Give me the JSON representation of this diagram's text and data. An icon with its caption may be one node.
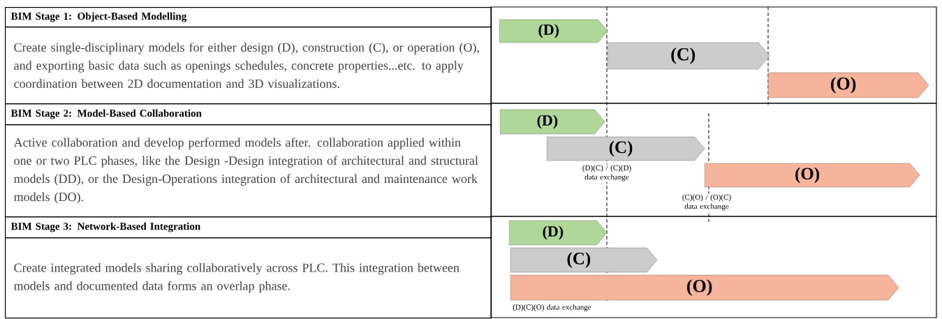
{
  "diagram": {
    "nodes": [
      {
        "text": [
          "BIM Stage 1: Object-Based Modelling",
          "Create single-disciplinary models for either design (D), construction (C), or operation (O), and exporting basic data such as openings schedules, concrete properties...etc.  to apply coordination between 2D documentation and 3D visualizations."
        ]
      },
      {
        "text": [
          "(D)"
        ]
      },
      {
        "text": [
          "(C)"
        ]
      },
      {
        "text": [
          "(O)"
        ]
      },
      {
        "text": [
          "BIM Stage 2: Model-Based Collaboration",
          "Active collaboration and develop performed models after. collaboration applied within one or two PLC phases, like the Design -Design integration of architectural and structural models (DD), or the Design-Operations integration of architectural and maintenance work models (DO)."
        ]
      },
      {
        "text": [
          "(D)"
        ]
      },
      {
        "text": [
          "(C)"
        ]
      },
      {
        "text": [
          "(O)"
        ]
      },
      {
        "text": [
          "BIM Stage 3: Network-Based Integration",
          "Create integrated models sharing collaboratively across PLC. This integration between models and documented data forms an overlap phase."
        ]
      },
      {
        "text": [
          "(D)"
        ]
      },
      {
        "text": [
          "(C)"
        ]
      },
      {
        "text": [
          "(O)"
        ]
      }
    ],
    "labels": [
      "(D)(C) / (C)(D) data exchange",
      "(C)(O) / (O)(C) data exchange",
      "(D)(C)(O) data exchange"
    ]
  }
}
